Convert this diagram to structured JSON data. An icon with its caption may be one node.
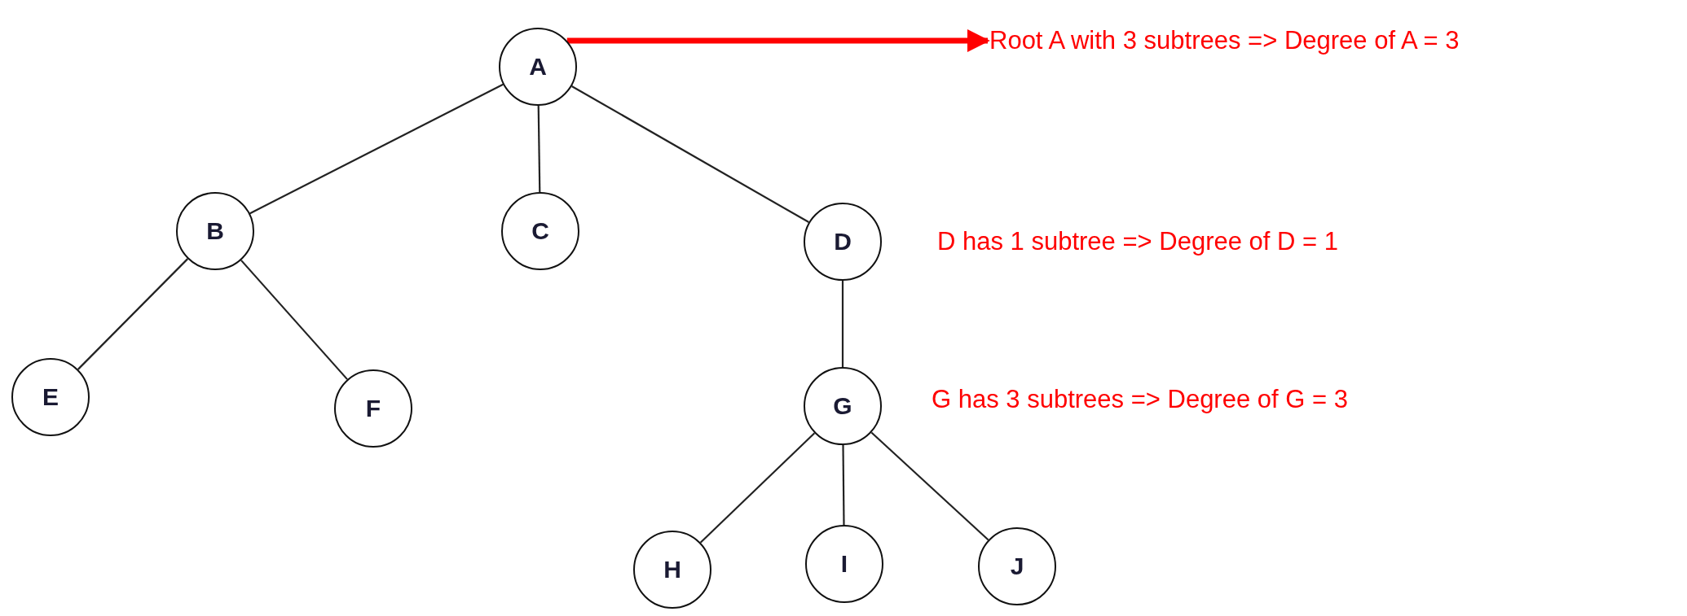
{
  "diagram": {
    "nodes": [
      {
        "text": [
          "A"
        ]
      },
      {
        "text": [
          "B"
        ]
      },
      {
        "text": [
          "C"
        ]
      },
      {
        "text": [
          "D"
        ]
      },
      {
        "text": [
          "E"
        ]
      },
      {
        "text": [
          "F"
        ]
      },
      {
        "text": [
          "G"
        ]
      },
      {
        "text": [
          "H"
        ]
      },
      {
        "text": [
          "I"
        ]
      },
      {
        "text": [
          "J"
        ]
      },
      {
        "text": [
          "Root A with 3 subtrees => Degree of A = 3"
        ]
      }
    ],
    "edges": [
      {
        "from": 0,
        "to": 1,
        "arrow": "none"
      },
      {
        "from": 0,
        "to": 2,
        "arrow": "none"
      },
      {
        "from": 0,
        "to": 3,
        "arrow": "none"
      },
      {
        "from": 1,
        "to": 4,
        "arrow": "none"
      },
      {
        "from": 1,
        "to": 5,
        "arrow": "none"
      },
      {
        "from": 3,
        "to": 6,
        "arrow": "none"
      },
      {
        "from": 6,
        "to": 7,
        "arrow": "none"
      },
      {
        "from": 6,
        "to": 8,
        "arrow": "none"
      },
      {
        "from": 6,
        "to": 9,
        "arrow": "none"
      },
      {
        "from": 0,
        "to": 10,
        "arrow": "to",
        "style": "thick",
        "color": "#ff0000"
      }
    ],
    "labels": [
      "D has 1 subtree => Degree of D = 1",
      "G has 3 subtrees => Degree of G = 3"
    ]
  }
}
